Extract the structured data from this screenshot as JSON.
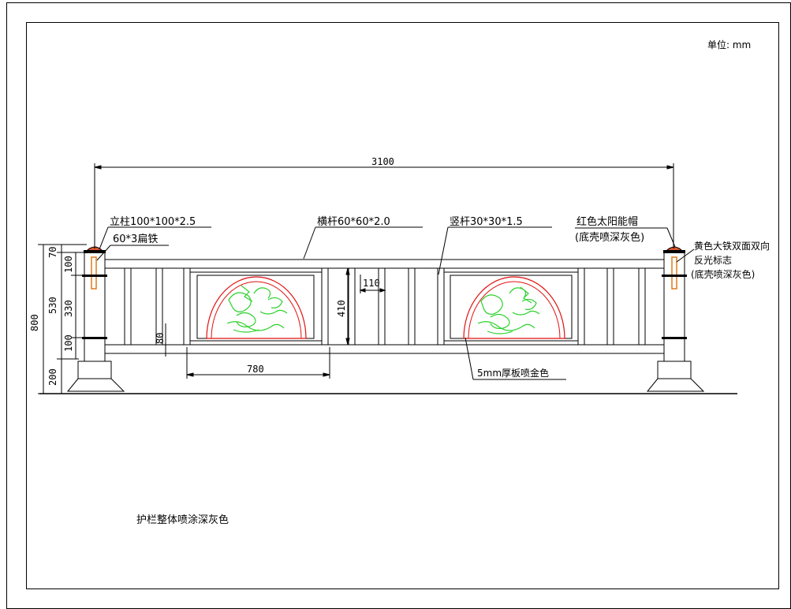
{
  "unit_label": "单位: mm",
  "note": "护栏整体喷涂深灰色",
  "dimensions": {
    "overall_length": "3100",
    "panel_spacing": "780",
    "bar_gap": "110",
    "panel_height": "410",
    "bottom_offset": "80",
    "total_height": "800",
    "seg_cap": "70",
    "seg_top": "100",
    "seg_mid": "330",
    "seg_bottom": "100",
    "seg_main": "530",
    "seg_base": "200"
  },
  "callouts": {
    "post": "立柱100*100*2.5",
    "flat_iron": "60*3扁铁",
    "rail": "横杆60*60*2.0",
    "vertical_bar": "竖杆30*30*1.5",
    "solar_cap_line1": "红色太阳能帽",
    "solar_cap_line2": "(底壳喷深灰色)",
    "reflector_line1": "黄色大铁双面双向",
    "reflector_line2": "反光标志",
    "reflector_line3": "(底壳喷深灰色)",
    "plate": "5mm厚板喷金色"
  },
  "colors": {
    "line": "#000000",
    "cap": "#d9542a",
    "reflector": "#e07a1a",
    "arch": "#e01010",
    "relief": "#2bd12b"
  }
}
